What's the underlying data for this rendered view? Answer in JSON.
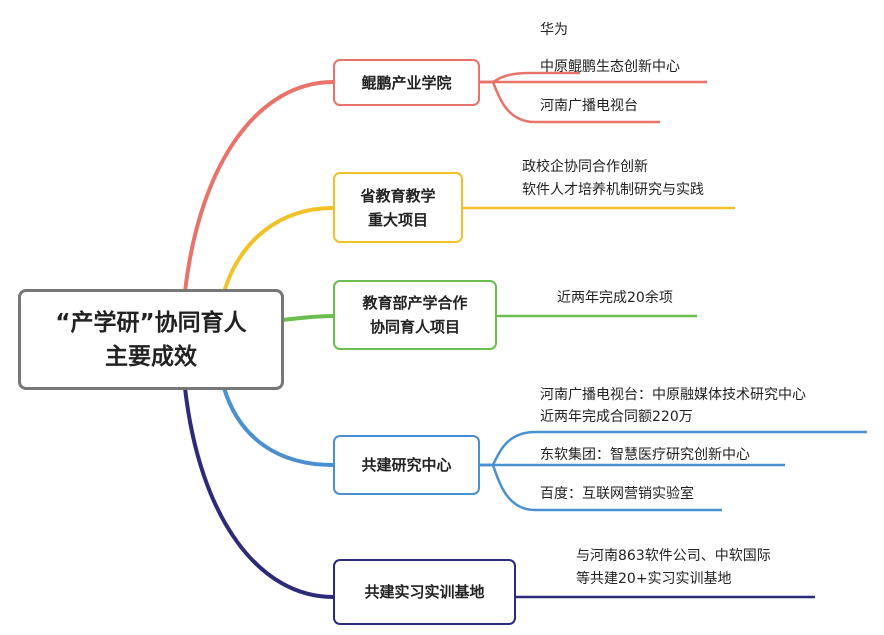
{
  "root": {
    "line1": "“产学研”协同育人",
    "line2": "主要成效"
  },
  "colors": {
    "red": "#e8736a",
    "yellow": "#f0c228",
    "green": "#6cbd4f",
    "blue": "#4a8fd0",
    "navy": "#2e2a7a",
    "root_border": "#777777"
  },
  "branches": [
    {
      "label_lines": [
        "鲲鹏产业学院"
      ],
      "children": [
        "华为",
        "中原鲲鹏生态创新中心",
        "河南广播电视台"
      ]
    },
    {
      "label_lines": [
        "省教育教学",
        "重大项目"
      ],
      "children": [
        "政校企协同合作创新",
        "软件人才培养机制研究与实践"
      ]
    },
    {
      "label_lines": [
        "教育部产学合作",
        "协同育人项目"
      ],
      "children": [
        "近两年完成20余项"
      ]
    },
    {
      "label_lines": [
        "共建研究中心"
      ],
      "children": [
        "河南广播电视台：中原融媒体技术研究中心",
        "近两年完成合同额220万",
        "东软集团：智慧医疗研究创新中心",
        "百度：互联网营销实验室"
      ]
    },
    {
      "label_lines": [
        "共建实习实训基地"
      ],
      "children": [
        "与河南863软件公司、中软国际",
        "等共建20+实习实训基地"
      ]
    }
  ]
}
